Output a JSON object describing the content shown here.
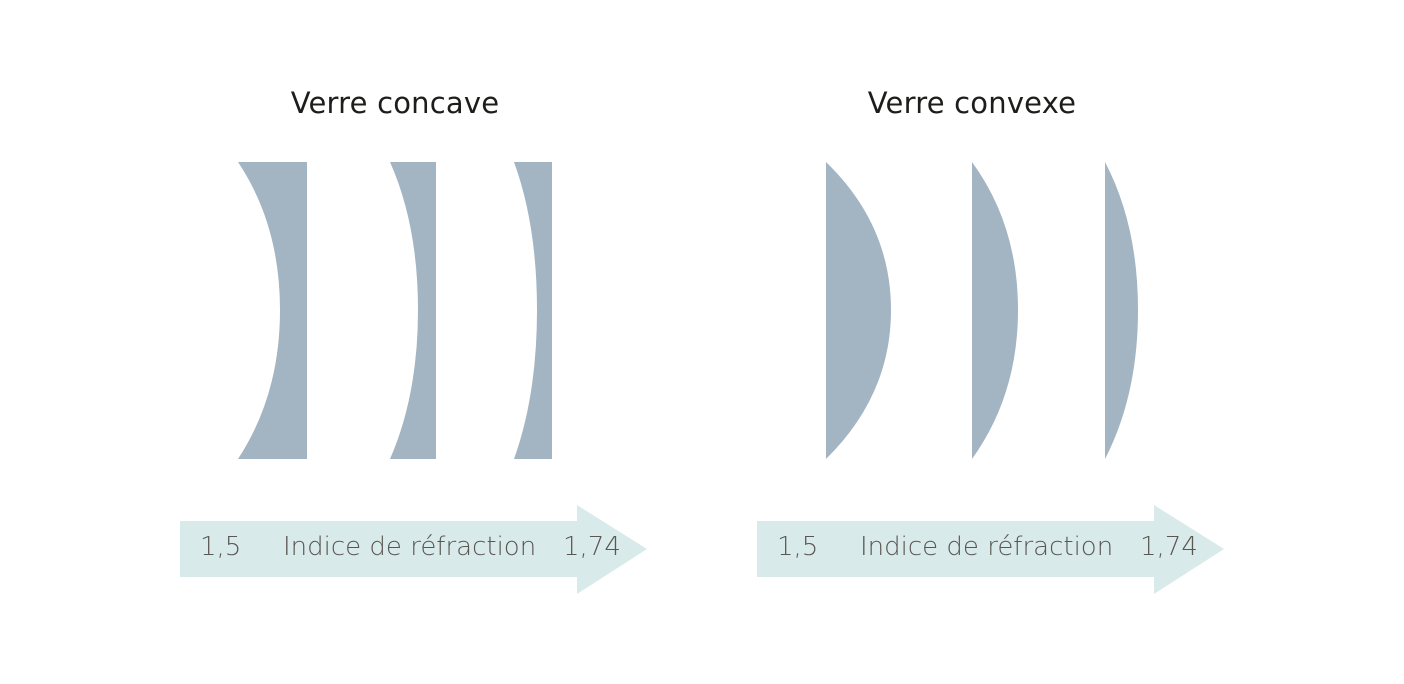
{
  "panels": [
    {
      "title": "Verre concave",
      "lens_type": "concave",
      "lens_count": 3,
      "scale": {
        "start": "1,5",
        "label": "Indice de réfraction",
        "end": "1,74"
      }
    },
    {
      "title": "Verre convexe",
      "lens_type": "convex",
      "lens_count": 3,
      "scale": {
        "start": "1,5",
        "label": "Indice de réfraction",
        "end": "1,74"
      }
    }
  ],
  "colors": {
    "lens": "#a3b4c2",
    "arrow": "#d9eaea",
    "title_text": "#1d1d1b",
    "arrow_text": "#5a5652"
  }
}
